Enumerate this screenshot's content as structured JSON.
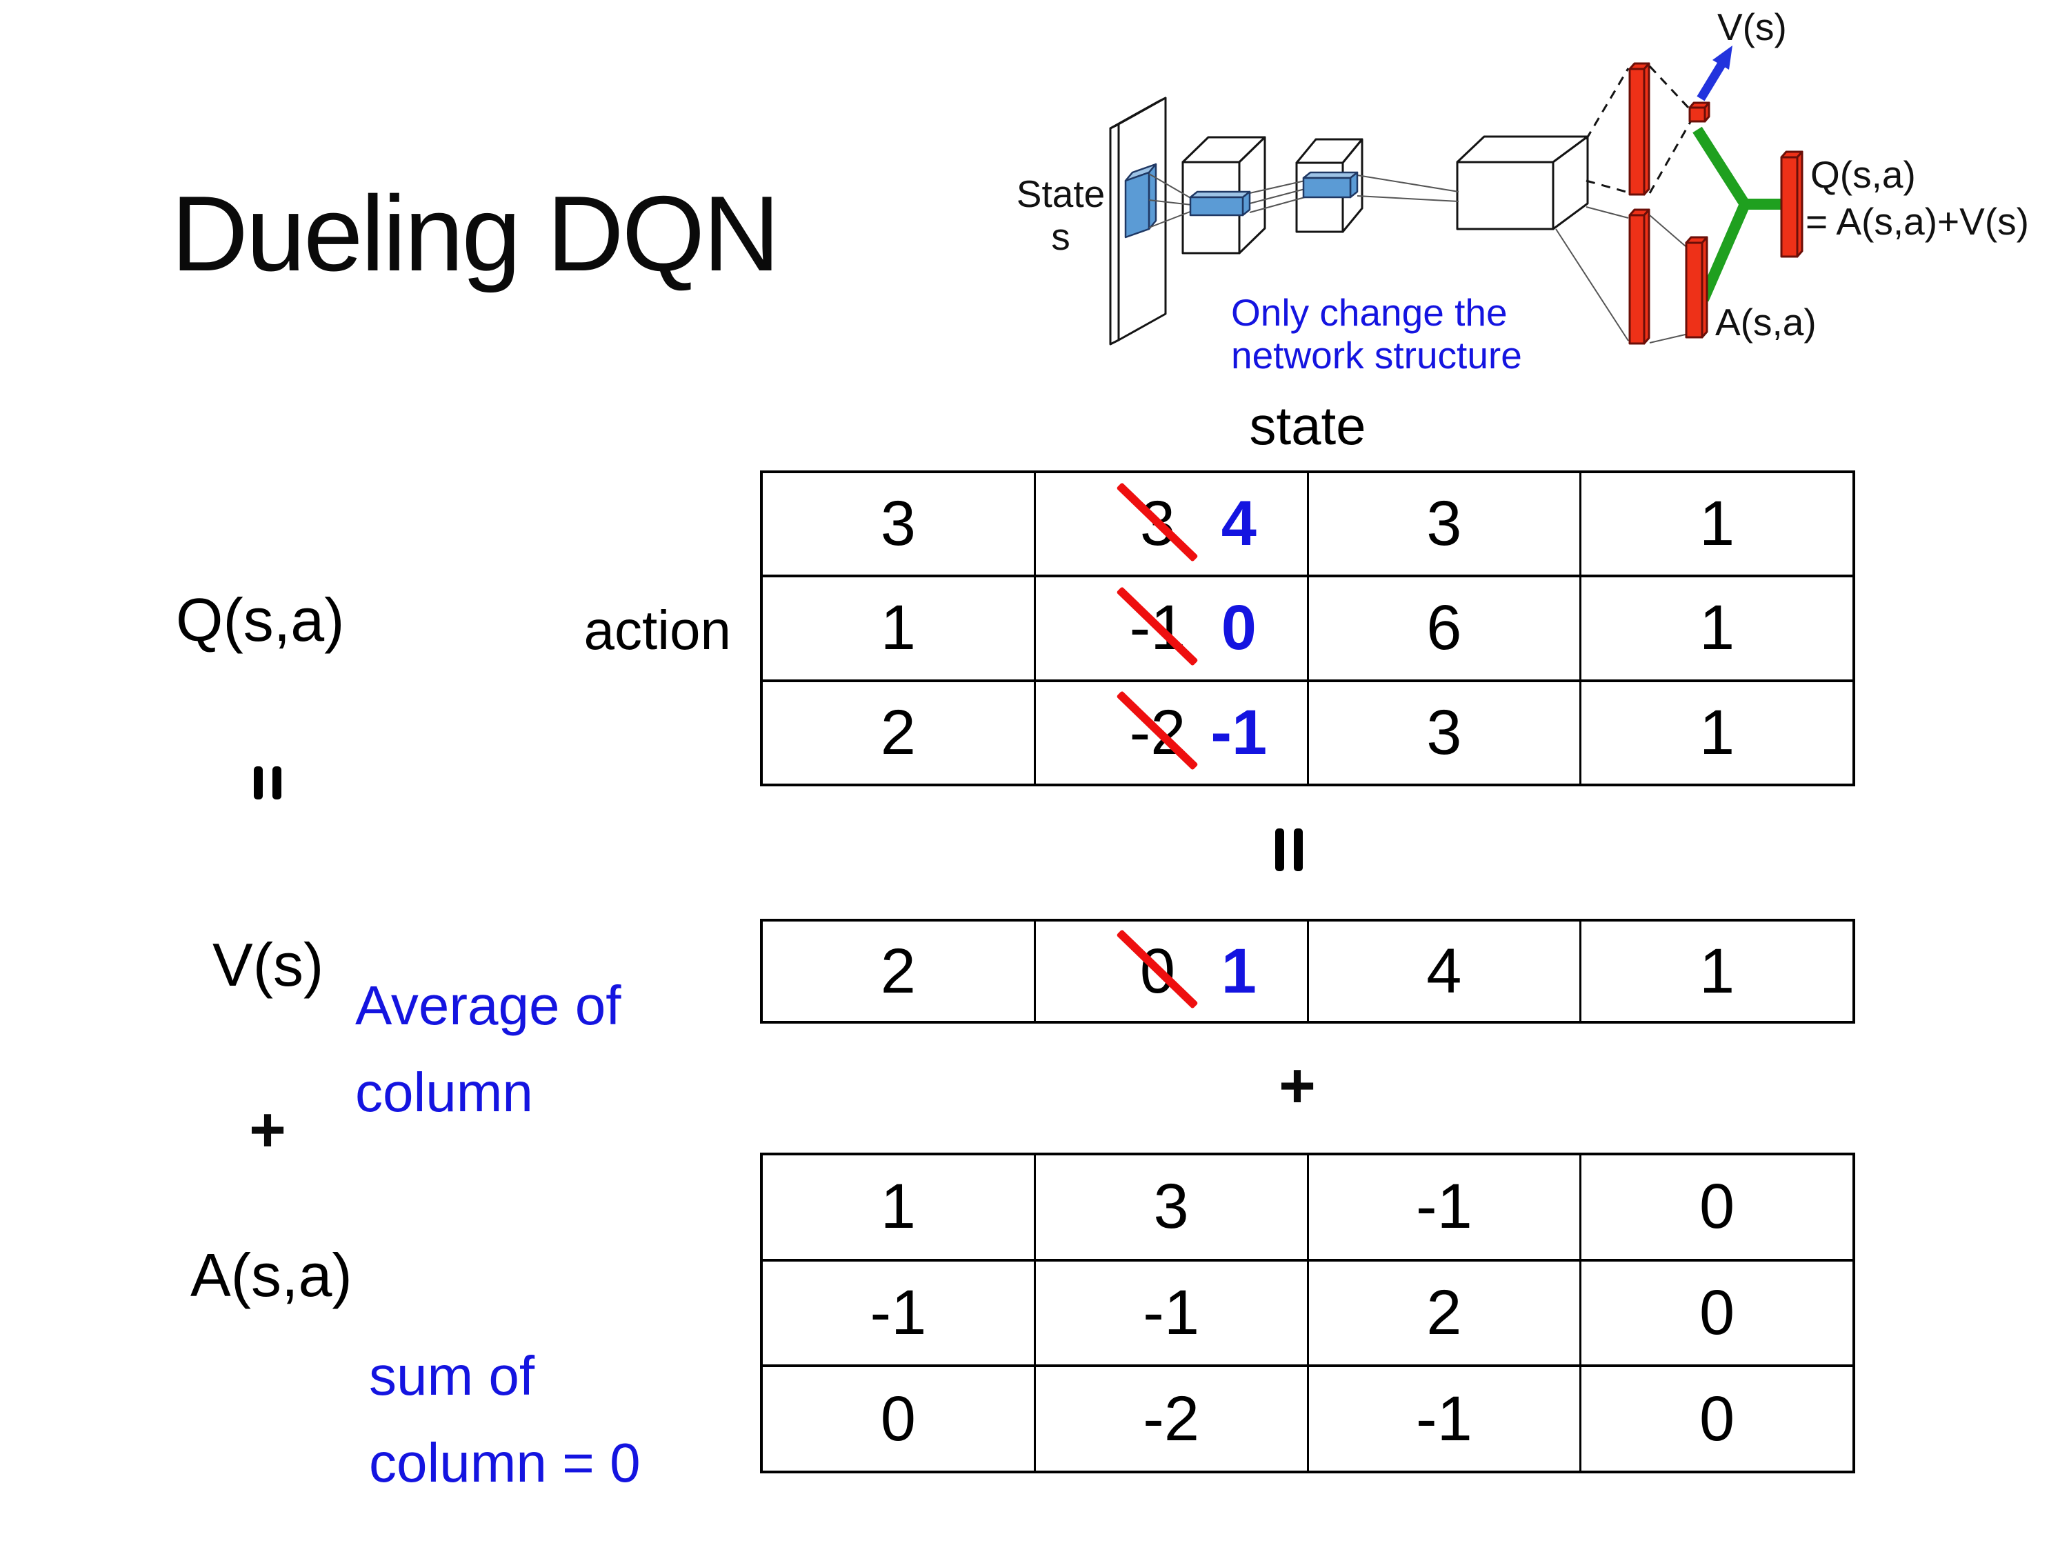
{
  "title": "Dueling DQN",
  "diagram": {
    "state_label_line1": "State",
    "state_label_line2": "s",
    "note_line1": "Only change the",
    "note_line2": "network structure",
    "v_output_label": "V(s)",
    "q_output_label_line1": "Q(s,a)",
    "q_output_label_line2": "= A(s,a)+V(s)",
    "a_output_label": "A(s,a)"
  },
  "equation": {
    "q_label": "Q(s,a)",
    "state_label": "state",
    "action_label": "action",
    "equals_symbol": "=",
    "plus_symbol": "+",
    "v_label": "V(s)",
    "a_label": "A(s,a)",
    "avg_note_line1": "Average of",
    "avg_note_line2": "column",
    "sum_note_line1": "sum of",
    "sum_note_line2": "column = 0"
  },
  "tables": {
    "q": {
      "rows": [
        [
          "3",
          {
            "old": "3",
            "new": "4"
          },
          "3",
          "1"
        ],
        [
          "1",
          {
            "old": "-1",
            "new": "0"
          },
          "6",
          "1"
        ],
        [
          "2",
          {
            "old": "-2",
            "new": "-1"
          },
          "3",
          "1"
        ]
      ]
    },
    "v": {
      "rows": [
        [
          "2",
          {
            "old": "0",
            "new": "1"
          },
          "4",
          "1"
        ]
      ]
    },
    "a": {
      "rows": [
        [
          "1",
          "3",
          "-1",
          "0"
        ],
        [
          "-1",
          "-1",
          "2",
          "0"
        ],
        [
          "0",
          "-2",
          "-1",
          "0"
        ]
      ]
    }
  },
  "colors": {
    "annotation_blue": "#1414e0",
    "strike_red": "#ee0f0f",
    "bar_red": "#ee3118",
    "bar_red_outline": "#6b0f08",
    "merge_green": "#1fa01f",
    "conv_blue": "#5b9bd5",
    "conv_blue_light": "#9dc3e6",
    "conv_blue_outline": "#1f3864",
    "arrow_blue": "#2233dd"
  }
}
